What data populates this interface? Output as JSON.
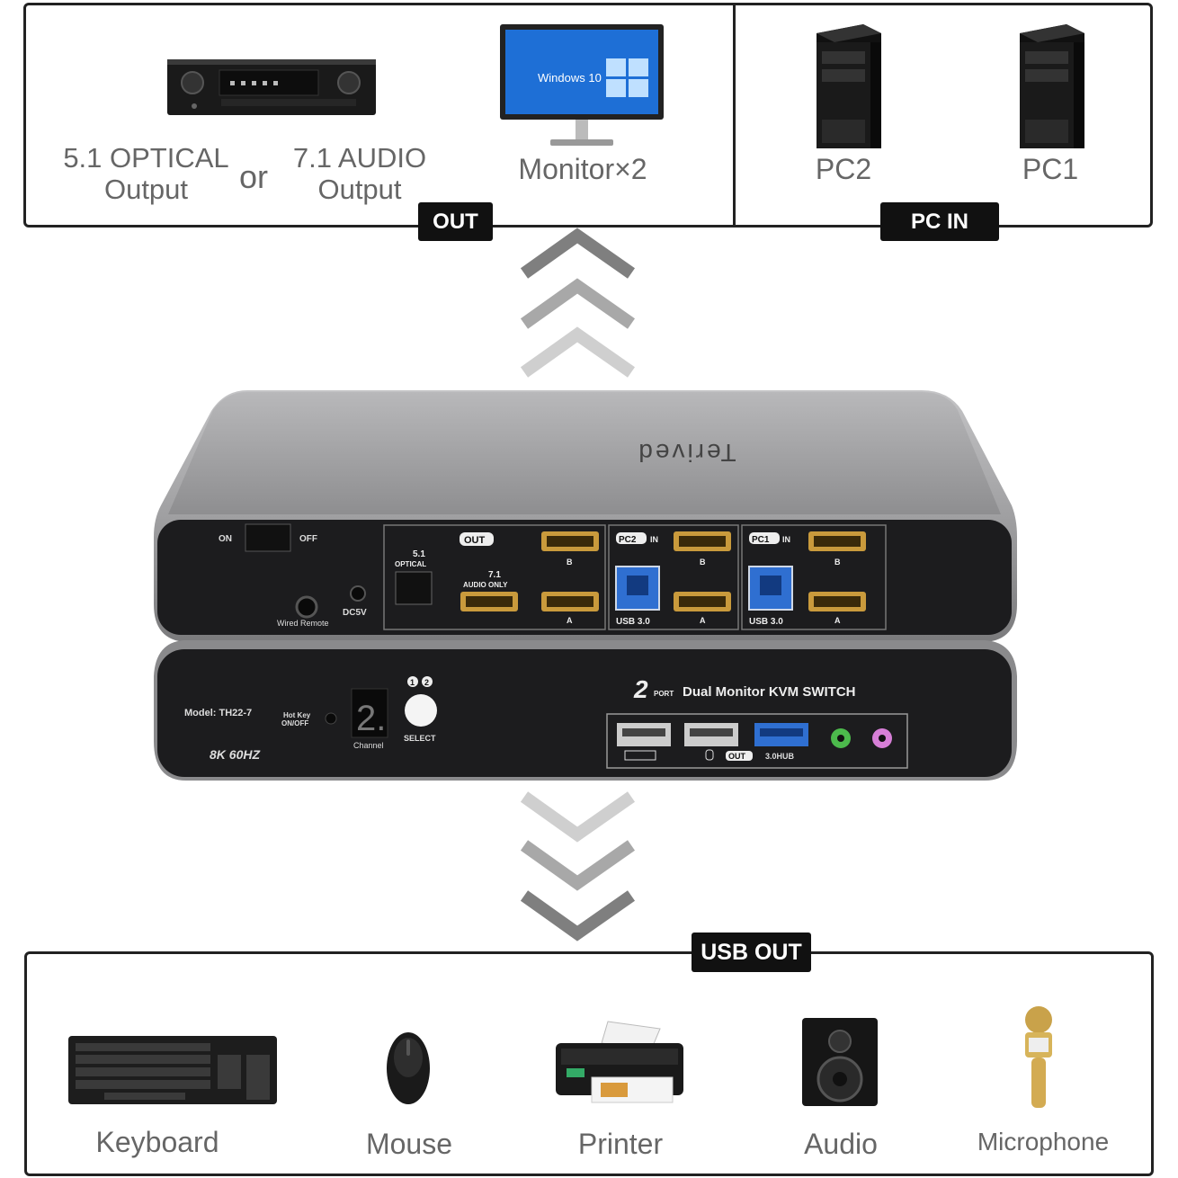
{
  "out_panel": {
    "tag": "OUT",
    "optical_line1": "5.1 OPTICAL",
    "optical_line2": "Output",
    "or": "or",
    "audio_line1": "7.1 AUDIO",
    "audio_line2": "Output",
    "monitor_label": "Monitor×2",
    "monitor_screen_text": "Windows 10"
  },
  "pc_panel": {
    "tag": "PC IN",
    "pc2": "PC2",
    "pc1": "PC1"
  },
  "device": {
    "brand": "Terived",
    "rear": {
      "on": "ON",
      "off": "OFF",
      "wired_remote": "Wired Remote",
      "dc5v": "DC5V",
      "optical": "5.1",
      "optical_sub": "OPTICAL",
      "audio71": "7.1",
      "audio_only": "AUDIO ONLY",
      "out": "OUT",
      "pc2_in": "PC2",
      "pc1_in": "PC1",
      "in": "IN",
      "usb30": "USB 3.0",
      "port_a": "A",
      "port_b": "B"
    },
    "front": {
      "model": "Model: TH22-7",
      "hotkey_line1": "Hot Key",
      "hotkey_line2": "ON/OFF",
      "channel_digit": "2.",
      "channel": "Channel",
      "select": "SELECT",
      "select_1": "1",
      "select_2": "2",
      "resolution": "8K 60HZ",
      "title_num": "2",
      "title_port": "PORT",
      "title": "Dual Monitor KVM SWITCH",
      "out": "OUT",
      "hub": "3.0HUB"
    }
  },
  "usb_panel": {
    "tag": "USB OUT",
    "items": [
      "Keyboard",
      "Mouse",
      "Printer",
      "Audio",
      "Microphone"
    ]
  },
  "colors": {
    "frame": "#222222",
    "tag_bg": "#111111",
    "device_body": "#9a9a9c",
    "device_face": "#1c1c1e",
    "hdmi_gold": "#c99a3c",
    "usb_blue": "#2f6fd1",
    "audio_green": "#4cba4c",
    "mic_pink": "#d77fd7"
  }
}
